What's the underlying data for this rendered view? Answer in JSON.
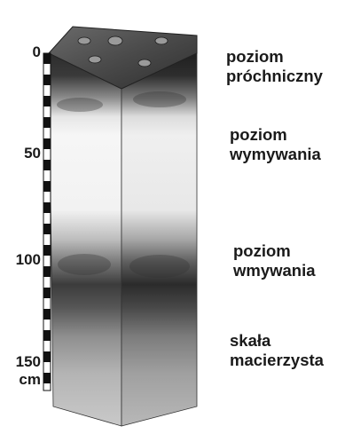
{
  "scale": {
    "ticks": [
      "0",
      "50",
      "100",
      "150"
    ],
    "unit": "cm"
  },
  "horizons": [
    {
      "line1": "poziom",
      "line2": "próchniczny"
    },
    {
      "line1": "poziom",
      "line2": "wymywania"
    },
    {
      "line1": "poziom",
      "line2": "wmywania"
    },
    {
      "line1": "skała",
      "line2": "macierzysta"
    }
  ],
  "colors": {
    "humus": "#2b2b2b",
    "eluvial": "#f4f4f4",
    "illuvial": "#3a3a3a",
    "parent": "#bdbdbd",
    "ink": "#1a1a1a"
  }
}
